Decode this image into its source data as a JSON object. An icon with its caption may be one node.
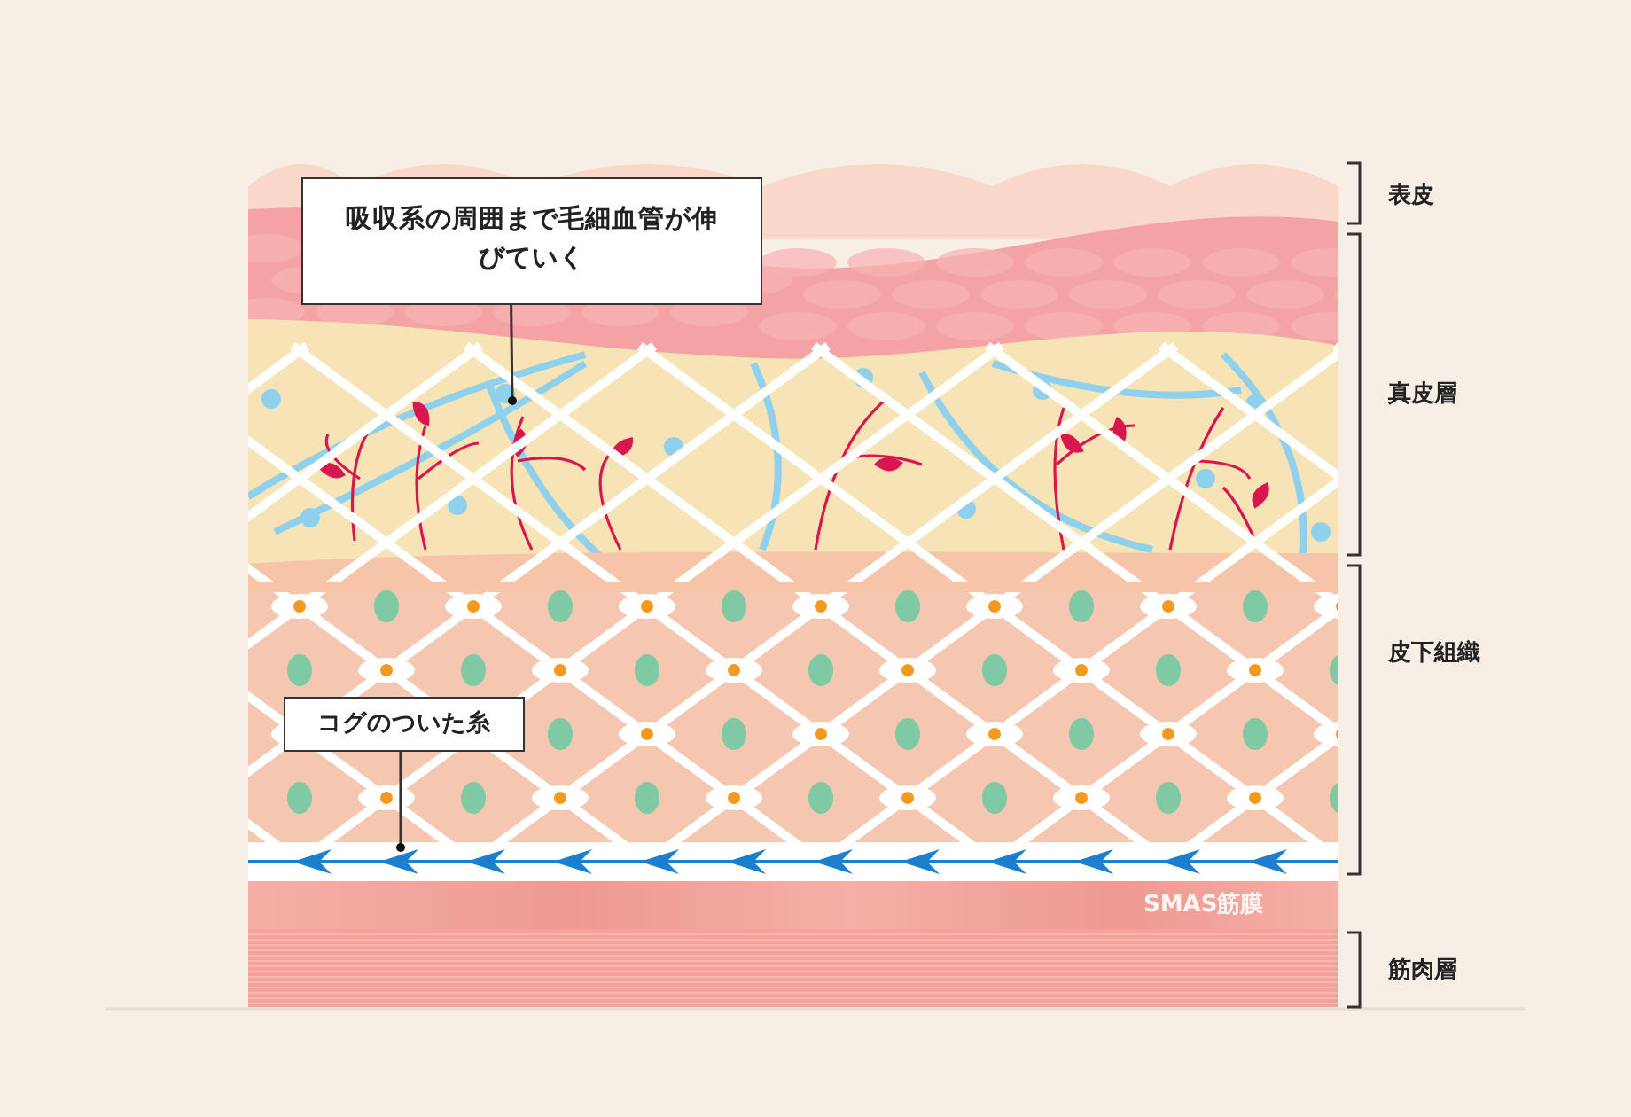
{
  "diagram": {
    "nodes": [
      {
        "text": [
          "吸収系の周囲まで毛細血管が伸びていく"
        ]
      },
      {
        "text": [
          "コグのついた糸"
        ]
      }
    ],
    "edges": [
      {
        "from": 0,
        "to": null,
        "arrow": "other"
      },
      {
        "from": 1,
        "to": null,
        "arrow": "other"
      }
    ],
    "labels": [
      "表皮",
      "真皮層",
      "皮下組織",
      "SMAS筋膜",
      "筋肉層"
    ]
  }
}
